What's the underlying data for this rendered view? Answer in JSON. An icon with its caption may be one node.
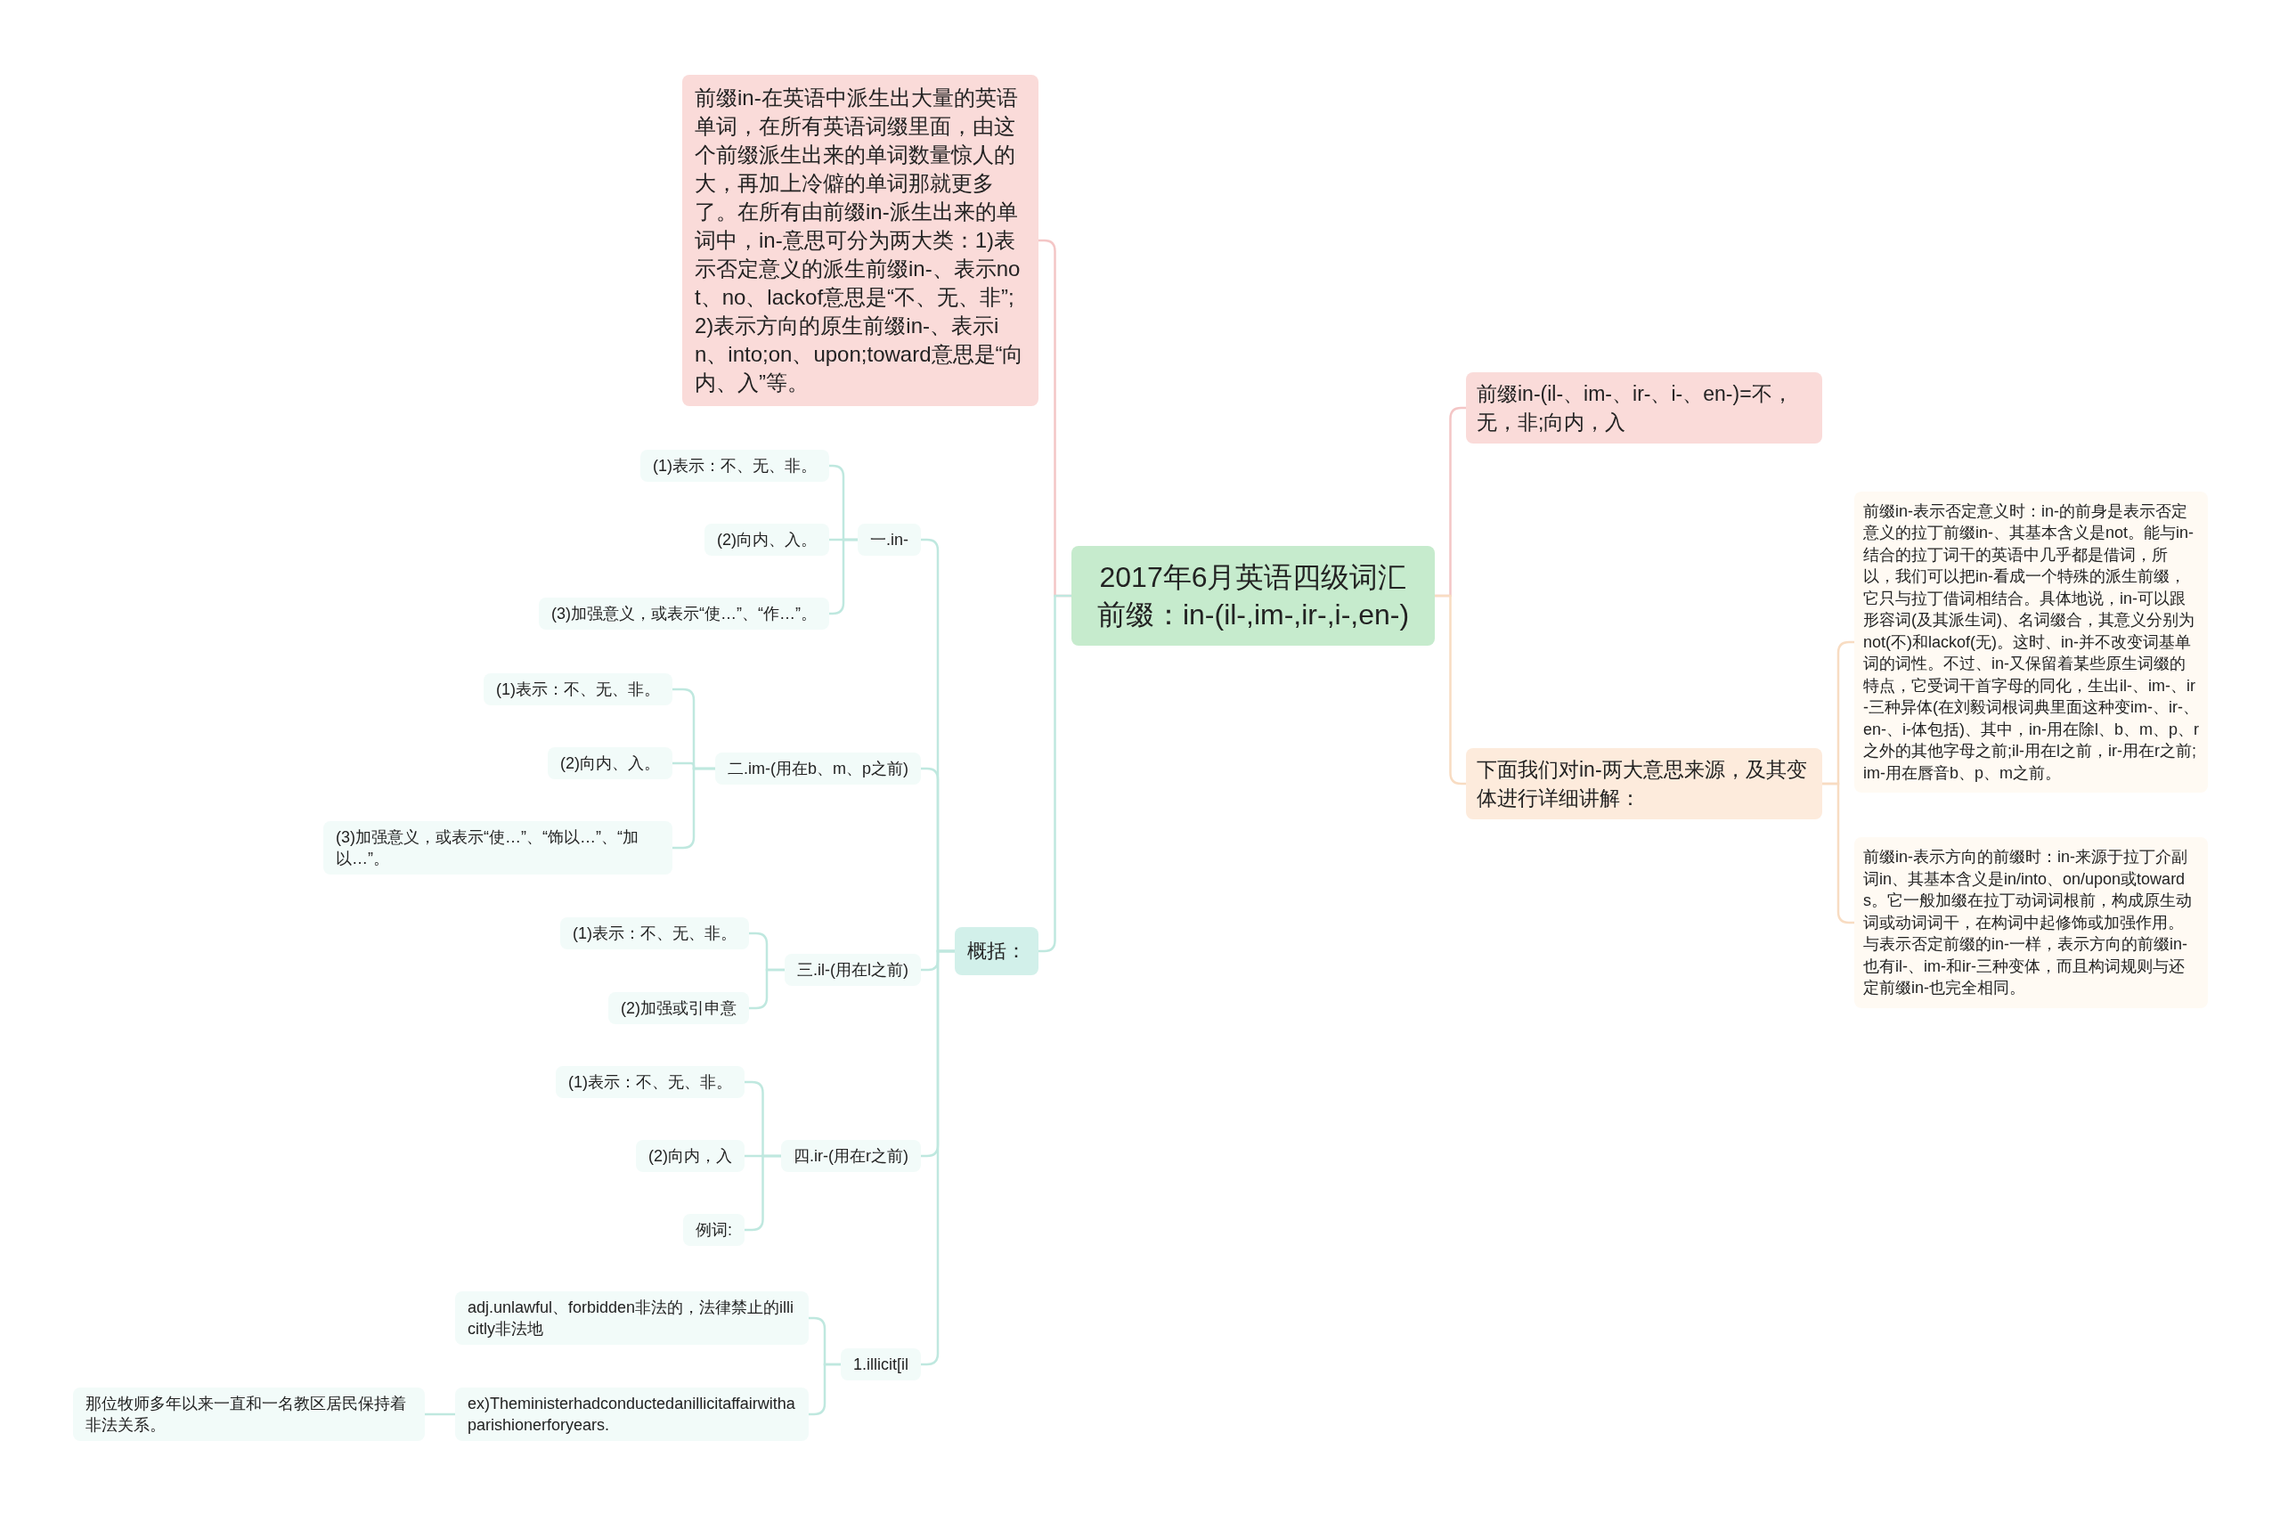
{
  "diagram": {
    "nodes": [
      {
        "text": [
          "2017年6月英语四级词汇前缀：in-(il-,im-,ir-,i-,en-)"
        ]
      },
      {
        "text": [
          "前缀in-在英语中派生出大量的英语单词，在所有英语词缀里面，由这个前缀派生出来的单词数量惊人的大，再加上冷僻的单词那就更多了。在所有由前缀in-派生出来的单词中，in-意思可分为两大类：1)表示否定意义的派生前缀in-、表示not、no、lackof意思是“不、无、非”;2)表示方向的原生前缀in-、表示in、into;on、upon;toward意思是“向内、入”等。"
        ]
      },
      {
        "text": [
          "概括："
        ]
      },
      {
        "text": [
          "一.in-"
        ]
      },
      {
        "text": [
          "(1)表示：不、无、非。"
        ]
      },
      {
        "text": [
          "(2)向内、入。"
        ]
      },
      {
        "text": [
          "(3)加强意义，或表示“使…”、“作…”。"
        ]
      },
      {
        "text": [
          "二.im-(用在b、m、p之前)"
        ]
      },
      {
        "text": [
          "(1)表示：不、无、非。"
        ]
      },
      {
        "text": [
          "(2)向内、入。"
        ]
      },
      {
        "text": [
          "(3)加强意义，或表示“使…”、“饰以…”、“加以…”。"
        ]
      },
      {
        "text": [
          "三.il-(用在l之前)"
        ]
      },
      {
        "text": [
          "(1)表示：不、无、非。"
        ]
      },
      {
        "text": [
          "(2)加强或引申意"
        ]
      },
      {
        "text": [
          "四.ir-(用在r之前)"
        ]
      },
      {
        "text": [
          "(1)表示：不、无、非。"
        ]
      },
      {
        "text": [
          "(2)向内，入"
        ]
      },
      {
        "text": [
          "例词:"
        ]
      },
      {
        "text": [
          "1.illicit[il"
        ]
      },
      {
        "text": [
          "adj.unlawful、forbidden非法的，法律禁止的illicitly非法地"
        ]
      },
      {
        "text": [
          "ex)Theministerhadconductedanillicitaffairwithaparishionerforyears."
        ]
      },
      {
        "text": [
          "那位牧师多年以来一直和一名教区居民保持着非法关系。"
        ]
      },
      {
        "text": [
          "前缀in-(il-、im-、ir-、i-、en-)=不，无，非;向内，入"
        ]
      },
      {
        "text": [
          "下面我们对in-两大意思来源，及其变体进行详细讲解："
        ]
      },
      {
        "text": [
          "前缀in-表示否定意义时：in-的前身是表示否定意义的拉丁前缀in-、其基本含义是not。能与in-结合的拉丁词干的英语中几乎都是借词，所以，我们可以把in-看成一个特殊的派生前缀，它只与拉丁借词相结合。具体地说，in-可以跟形容词(及其派生词)、名词缀合，其意义分别为not(不)和lackof(无)。这时、in-并不改变词基单词的词性。不过、in-又保留着某些原生词缀的特点，它受词干首字母的同化，生出il-、im-、ir-三种异体(在刘毅词根词典里面这种变im-、ir-、en-、i-体包括)、其中，in-用在除l、b、m、p、r之外的其他字母之前;il-用在l之前，ir-用在r之前;im-用在唇音b、p、m之前。"
        ]
      },
      {
        "text": [
          "前缀in-表示方向的前缀时：in-来源于拉丁介副词in、其基本含义是in/into、on/upon或towards。它一般加缀在拉丁动词词根前，构成原生动词或动词词干，在构词中起修饰或加强作用。与表示否定前缀的in-一样，表示方向的前缀in-也有il-、im-和ir-三种变体，而且构词规则与还定前缀in-也完全相同。"
        ]
      }
    ],
    "edges": [
      {
        "from": 0,
        "to": 1,
        "arrow": "none",
        "color": "#f4c6c6"
      },
      {
        "from": 0,
        "to": 2,
        "arrow": "none"
      },
      {
        "from": 2,
        "to": 3,
        "arrow": "none"
      },
      {
        "from": 3,
        "to": 4,
        "arrow": "none"
      },
      {
        "from": 3,
        "to": 5,
        "arrow": "none"
      },
      {
        "from": 3,
        "to": 6,
        "arrow": "none"
      },
      {
        "from": 2,
        "to": 7,
        "arrow": "none"
      },
      {
        "from": 7,
        "to": 8,
        "arrow": "none"
      },
      {
        "from": 7,
        "to": 9,
        "arrow": "none"
      },
      {
        "from": 7,
        "to": 10,
        "arrow": "none"
      },
      {
        "from": 2,
        "to": 11,
        "arrow": "none"
      },
      {
        "from": 11,
        "to": 12,
        "arrow": "none"
      },
      {
        "from": 11,
        "to": 13,
        "arrow": "none"
      },
      {
        "from": 2,
        "to": 14,
        "arrow": "none"
      },
      {
        "from": 14,
        "to": 15,
        "arrow": "none"
      },
      {
        "from": 14,
        "to": 16,
        "arrow": "none"
      },
      {
        "from": 14,
        "to": 17,
        "arrow": "none"
      },
      {
        "from": 2,
        "to": 18,
        "arrow": "none"
      },
      {
        "from": 18,
        "to": 19,
        "arrow": "none"
      },
      {
        "from": 18,
        "to": 20,
        "arrow": "none"
      },
      {
        "from": 20,
        "to": 21,
        "arrow": "none"
      },
      {
        "from": 0,
        "to": 22,
        "arrow": "none",
        "color": "#f4c6c6"
      },
      {
        "from": 0,
        "to": 23,
        "arrow": "none",
        "color": "#f8dcc2"
      },
      {
        "from": 23,
        "to": 24,
        "arrow": "none",
        "color": "#f8dcc2"
      },
      {
        "from": 23,
        "to": 25,
        "arrow": "none",
        "color": "#f8dcc2"
      }
    ]
  }
}
